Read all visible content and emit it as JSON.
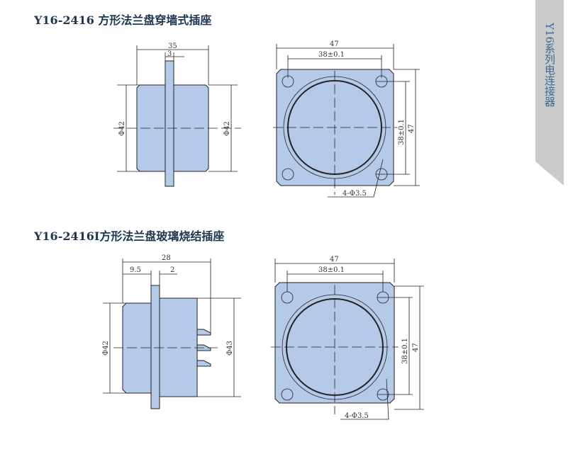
{
  "sidebar": {
    "label": "Y16系列电连接器"
  },
  "sections": [
    {
      "title": "Y16-2416 方形法兰盘穿墙式插座",
      "dims": {
        "overall": "35",
        "flange": "3",
        "dia_left": "Φ42",
        "dia_right": "Φ42",
        "width": "47",
        "pitch": "38±0.1",
        "pitch_v": "38±0.1",
        "height": "47",
        "holes": "4-Φ3.5"
      }
    },
    {
      "title": "Y16-2416Ⅰ方形法兰盘玻璃烧结插座",
      "dims": {
        "overall": "28",
        "front": "9.5",
        "flange": "2",
        "dia_left": "Φ42",
        "dia_right": "Φ43",
        "width": "47",
        "pitch": "38±0.1",
        "pitch_v": "38±0.1",
        "height": "47",
        "holes": "4-Φ3.5"
      }
    }
  ],
  "colors": {
    "fill": "#b5cae9",
    "title": "#1f3650",
    "sidebar": "#c9cacc"
  }
}
